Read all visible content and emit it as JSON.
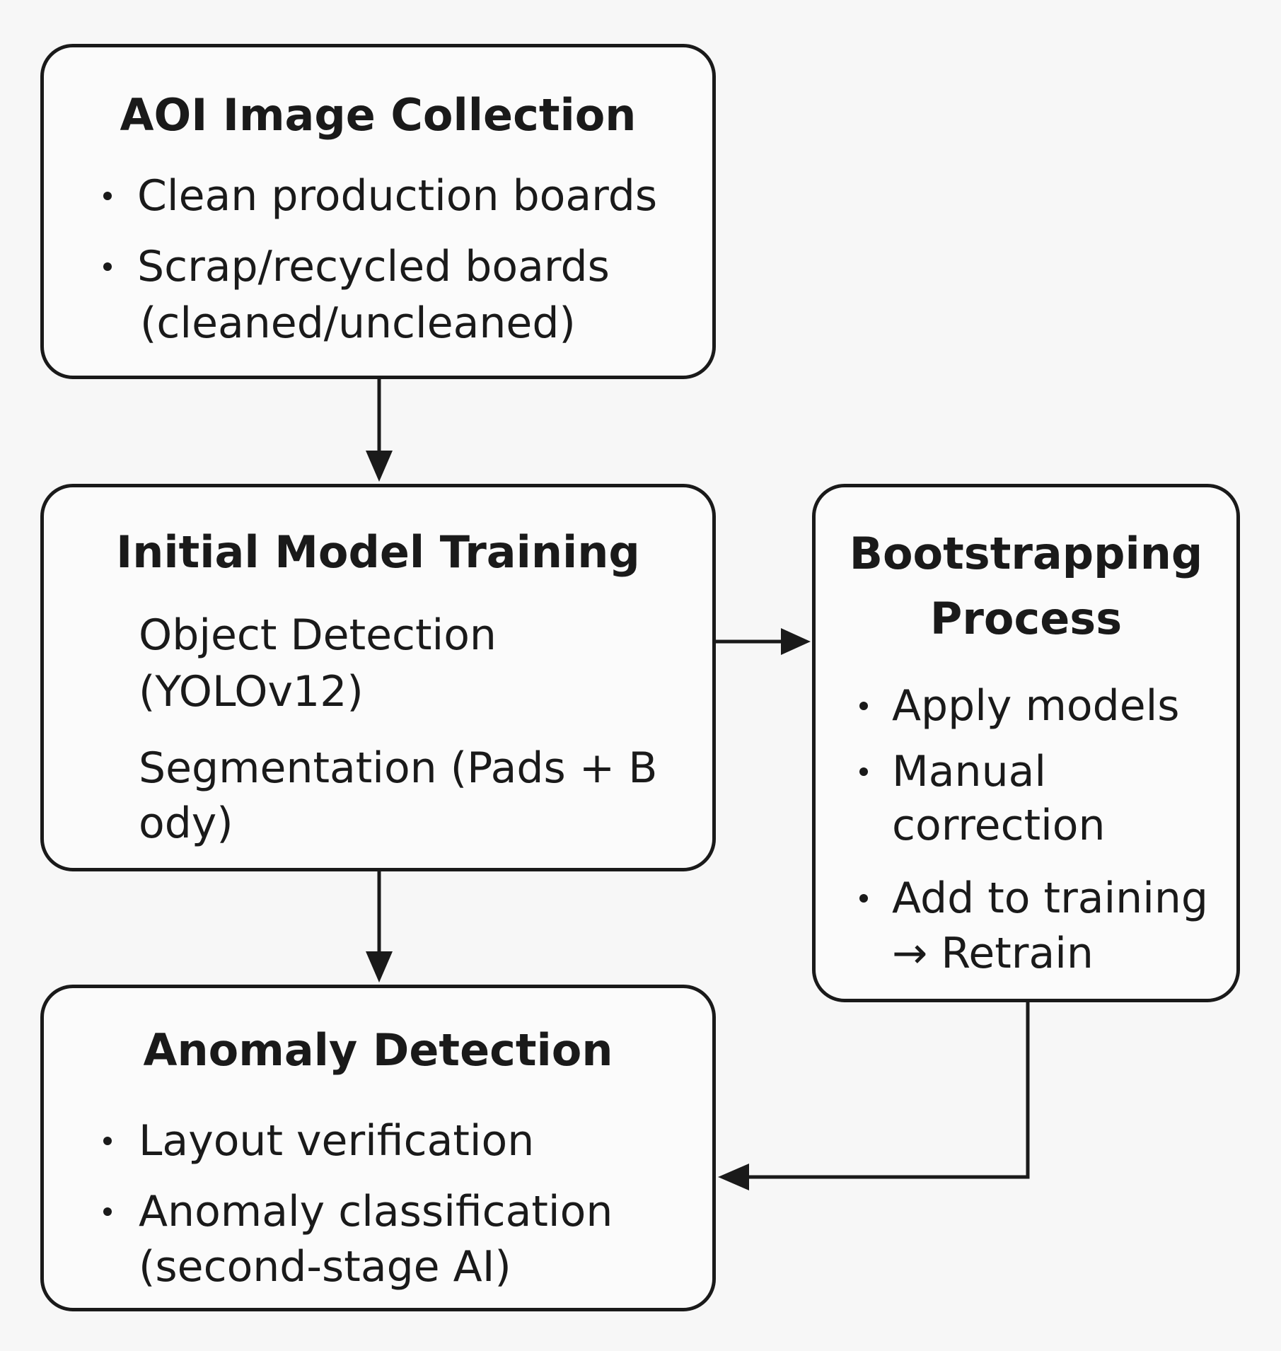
{
  "nodes": {
    "aoi_image_collection": {
      "title": "AOI Image Collection",
      "items": [
        "Clean production boards",
        "Scrap/recycled boards",
        "(cleaned/uncleaned)"
      ]
    },
    "initial_model_training": {
      "title": "Initial Model Training",
      "items": [
        "Object Detection",
        "(YOLOv12)",
        "Segmentation (Pads + B",
        "ody)"
      ]
    },
    "bootstrapping_process": {
      "title_lines": [
        "Bootstrapping",
        "Process"
      ],
      "items": [
        "Apply models",
        "Manual",
        "correction",
        "Add to training",
        "→ Retrain"
      ]
    },
    "anomaly_detection": {
      "title": "Anomaly Detection",
      "items": [
        "Layout verification",
        "Anomaly classification",
        "(second-stage AI)"
      ]
    }
  },
  "edges": [
    {
      "from": "aoi_image_collection",
      "to": "initial_model_training"
    },
    {
      "from": "initial_model_training",
      "to": "bootstrapping_process"
    },
    {
      "from": "initial_model_training",
      "to": "anomaly_detection"
    },
    {
      "from": "bootstrapping_process",
      "to": "anomaly_detection"
    }
  ],
  "colors": {
    "background": "#f7f7f7",
    "box_fill": "#fbfbfb",
    "stroke": "#1a1a1a"
  }
}
